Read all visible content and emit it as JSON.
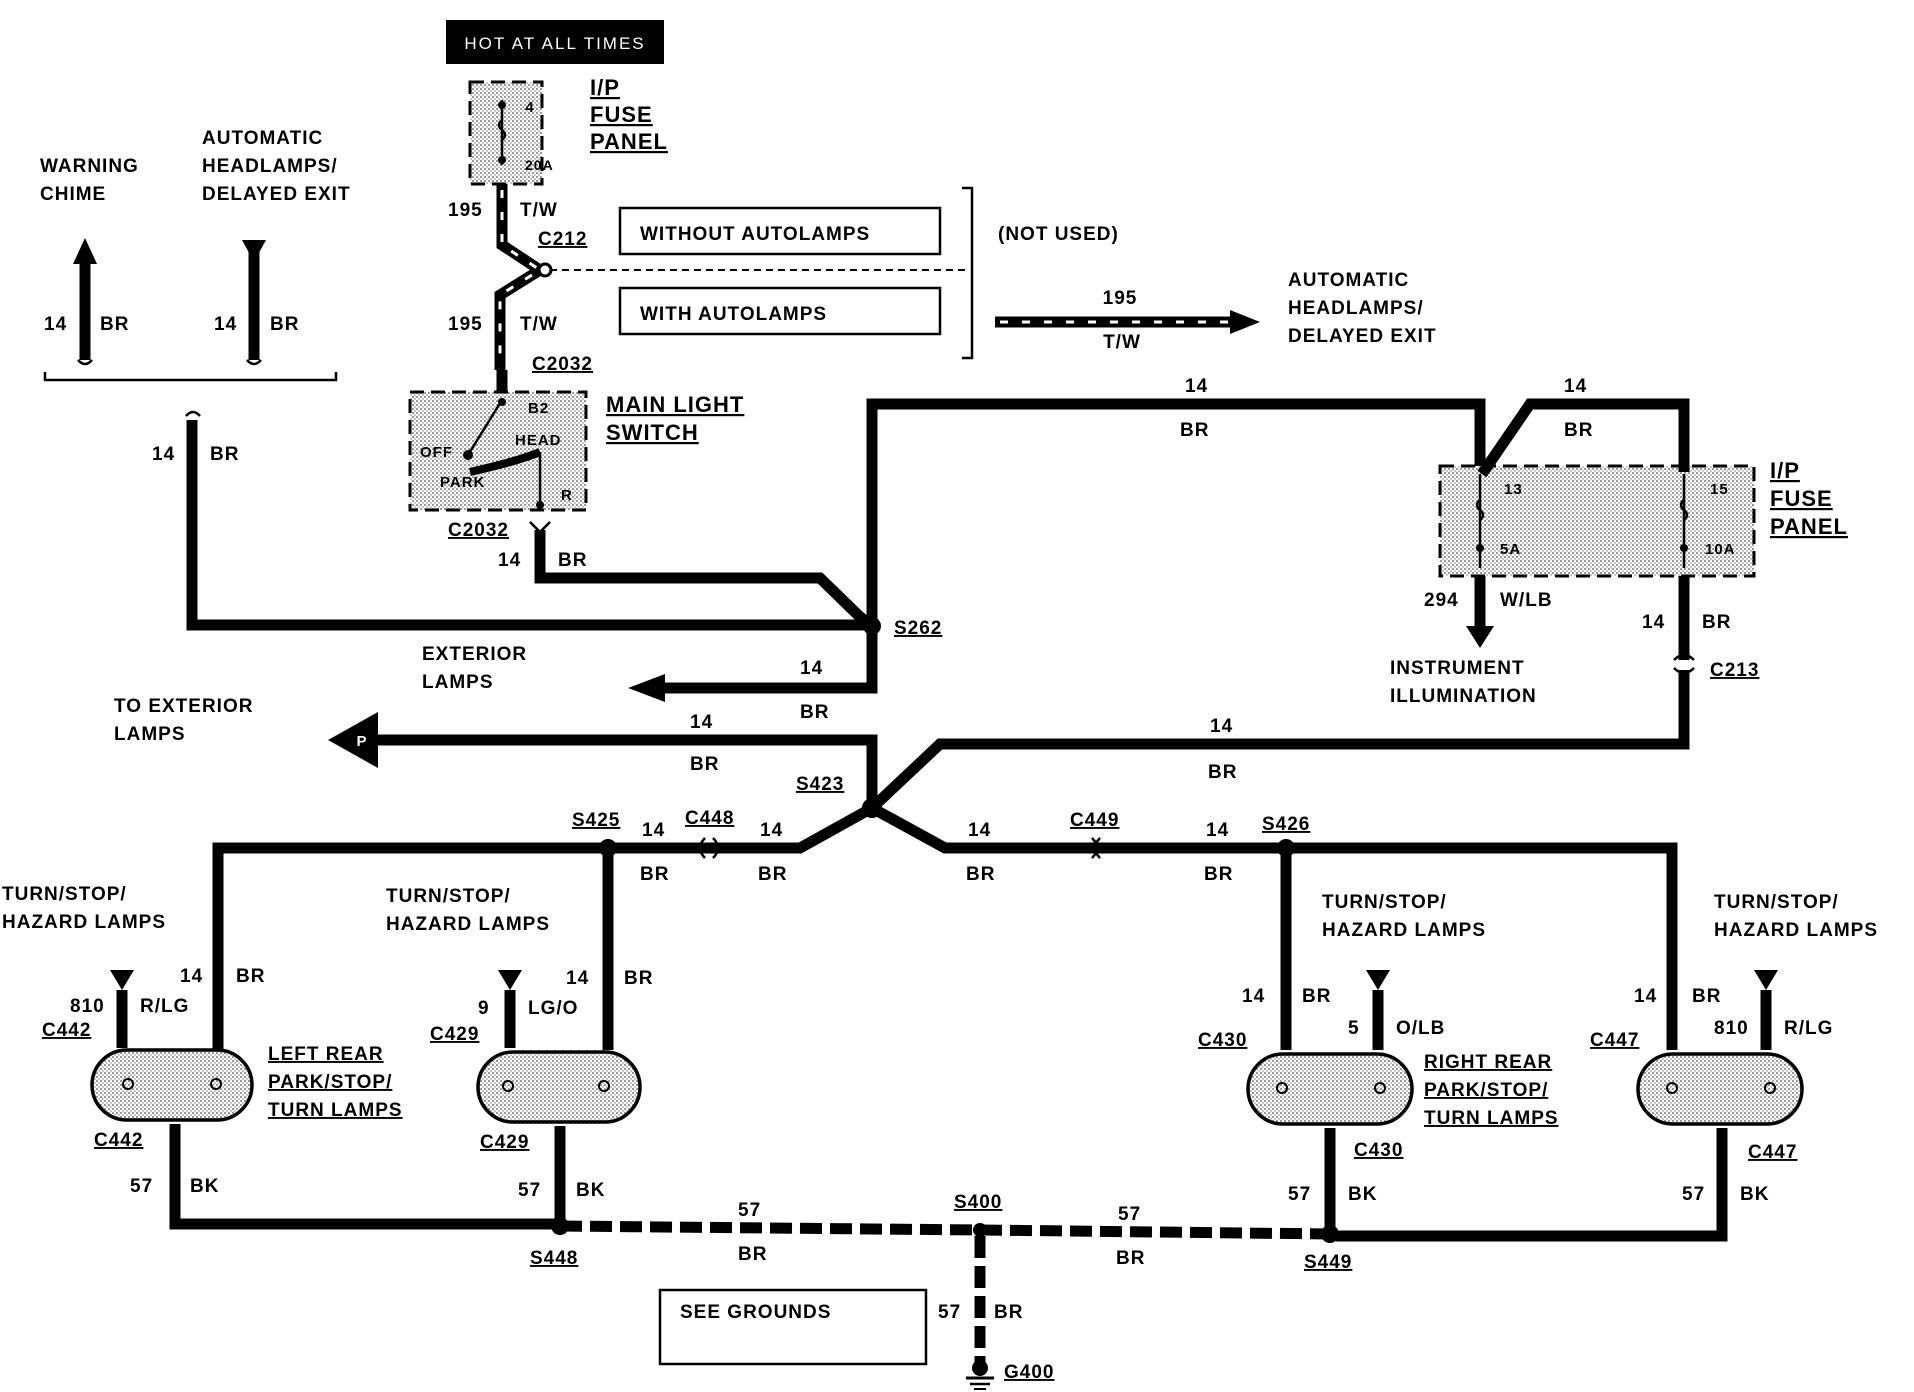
{
  "hot_at_all_times": "HOT AT ALL TIMES",
  "fuse_panel_top": {
    "label_line1": "I/P",
    "label_line2": "FUSE",
    "label_line3": "PANEL",
    "fuse_num": "4",
    "fuse_amp": "20A"
  },
  "fuse_panel_right": {
    "label_line1": "I/P",
    "label_line2": "FUSE",
    "label_line3": "PANEL",
    "fuse_a_num": "13",
    "fuse_a_amp": "5A",
    "fuse_b_num": "15",
    "fuse_b_amp": "10A"
  },
  "main_light_switch": {
    "label_line1": "MAIN LIGHT",
    "label_line2": "SWITCH",
    "b2": "B2",
    "head": "HEAD",
    "off": "OFF",
    "park": "PARK",
    "r": "R"
  },
  "warning_chime": {
    "line1": "WARNING",
    "line2": "CHIME"
  },
  "auto_headlamps_left": {
    "line1": "AUTOMATIC",
    "line2": "HEADLAMPS/",
    "line3": "DELAYED EXIT"
  },
  "auto_headlamps_right": {
    "line1": "AUTOMATIC",
    "line2": "HEADLAMPS/",
    "line3": "DELAYED EXIT"
  },
  "without_autolamps": "WITHOUT AUTOLAMPS",
  "with_autolamps": "WITH AUTOLAMPS",
  "not_used": "(NOT USED)",
  "exterior_lamps": {
    "line1": "EXTERIOR",
    "line2": "LAMPS"
  },
  "to_exterior_lamps": {
    "line1": "TO EXTERIOR",
    "line2": "LAMPS"
  },
  "p_marker": "P",
  "instrument_illumination": {
    "line1": "INSTRUMENT",
    "line2": "ILLUMINATION"
  },
  "turn_stop_hazard": {
    "line1": "TURN/STOP/",
    "line2": "HAZARD LAMPS"
  },
  "left_rear": {
    "line1": "LEFT REAR",
    "line2": "PARK/STOP/",
    "line3": "TURN LAMPS"
  },
  "right_rear": {
    "line1": "RIGHT REAR",
    "line2": "PARK/STOP/",
    "line3": "TURN LAMPS"
  },
  "see_grounds": "SEE GROUNDS",
  "connectors": {
    "c212": "C212",
    "c2032_top": "C2032",
    "c2032_bottom": "C2032",
    "c213": "C213",
    "c448": "C448",
    "c449": "C449",
    "c442_top": "C442",
    "c442_bottom": "C442",
    "c429_top": "C429",
    "c429_bottom": "C429",
    "c430_top": "C430",
    "c430_bottom": "C430",
    "c447_top": "C447",
    "c447_bottom": "C447",
    "g400": "G400"
  },
  "splices": {
    "s262": "S262",
    "s423": "S423",
    "s425": "S425",
    "s426": "S426",
    "s448": "S448",
    "s449": "S449",
    "s400": "S400"
  },
  "wire": {
    "n14": "14",
    "n195": "195",
    "n294": "294",
    "n57": "57",
    "n810": "810",
    "n9": "9",
    "n5": "5",
    "br": "BR",
    "tw": "T/W",
    "wlb": "W/LB",
    "bk": "BK",
    "rlg": "R/LG",
    "lgo": "LG/O",
    "olb": "O/LB"
  },
  "colors": {
    "ink": "#000000",
    "paper": "#ffffff",
    "shade": "#bdbdbd"
  }
}
